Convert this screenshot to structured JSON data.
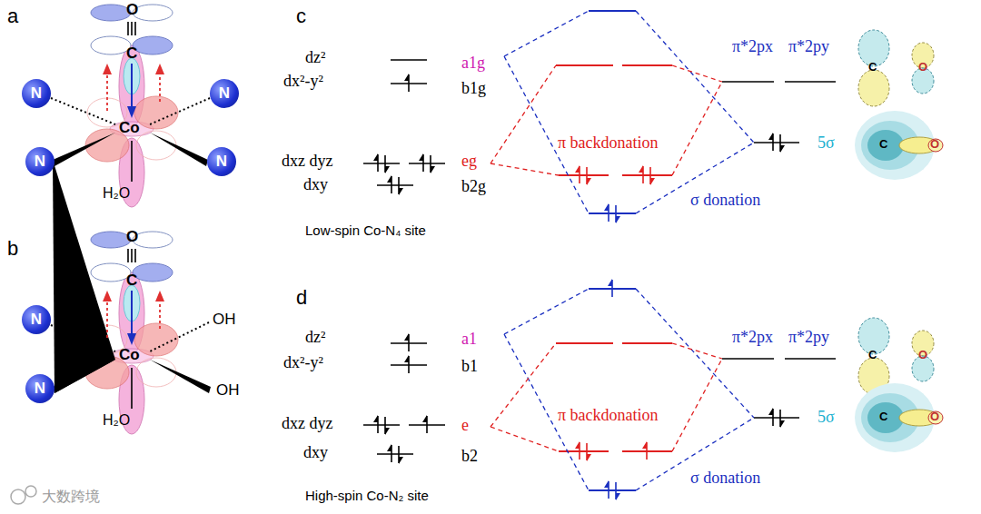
{
  "diagram": {
    "nodes": [
      {
        "text": [
          "N"
        ]
      },
      {
        "text": [
          "N"
        ]
      },
      {
        "text": [
          "N"
        ]
      },
      {
        "text": [
          "N"
        ]
      },
      {
        "text": [
          "N"
        ]
      },
      {
        "text": [
          "N"
        ]
      }
    ],
    "labels": [
      "a",
      "b",
      "c",
      "d",
      "O",
      "C",
      "Co",
      "H₂O",
      "O",
      "C",
      "Co",
      "OH",
      "OH",
      "H₂O",
      "dz²",
      "dx²-y²",
      "a1g",
      "b1g",
      "dxz dyz",
      "eg",
      "dxy",
      "b2g",
      "Low-spin Co-N₄ site",
      "π backdonation",
      "σ donation",
      "π*2px",
      "π*2py",
      "5σ",
      "dz²",
      "dx²-y²",
      "a1",
      "b1",
      "dxz dyz",
      "e",
      "dxy",
      "b2",
      "High-spin Co-N₂ site",
      "π backdonation",
      "σ donation",
      "π*2px",
      "π*2py",
      "5σ",
      "大数跨境",
      "C",
      "O",
      "C",
      "O",
      "C",
      "O",
      "C",
      "O"
    ]
  }
}
